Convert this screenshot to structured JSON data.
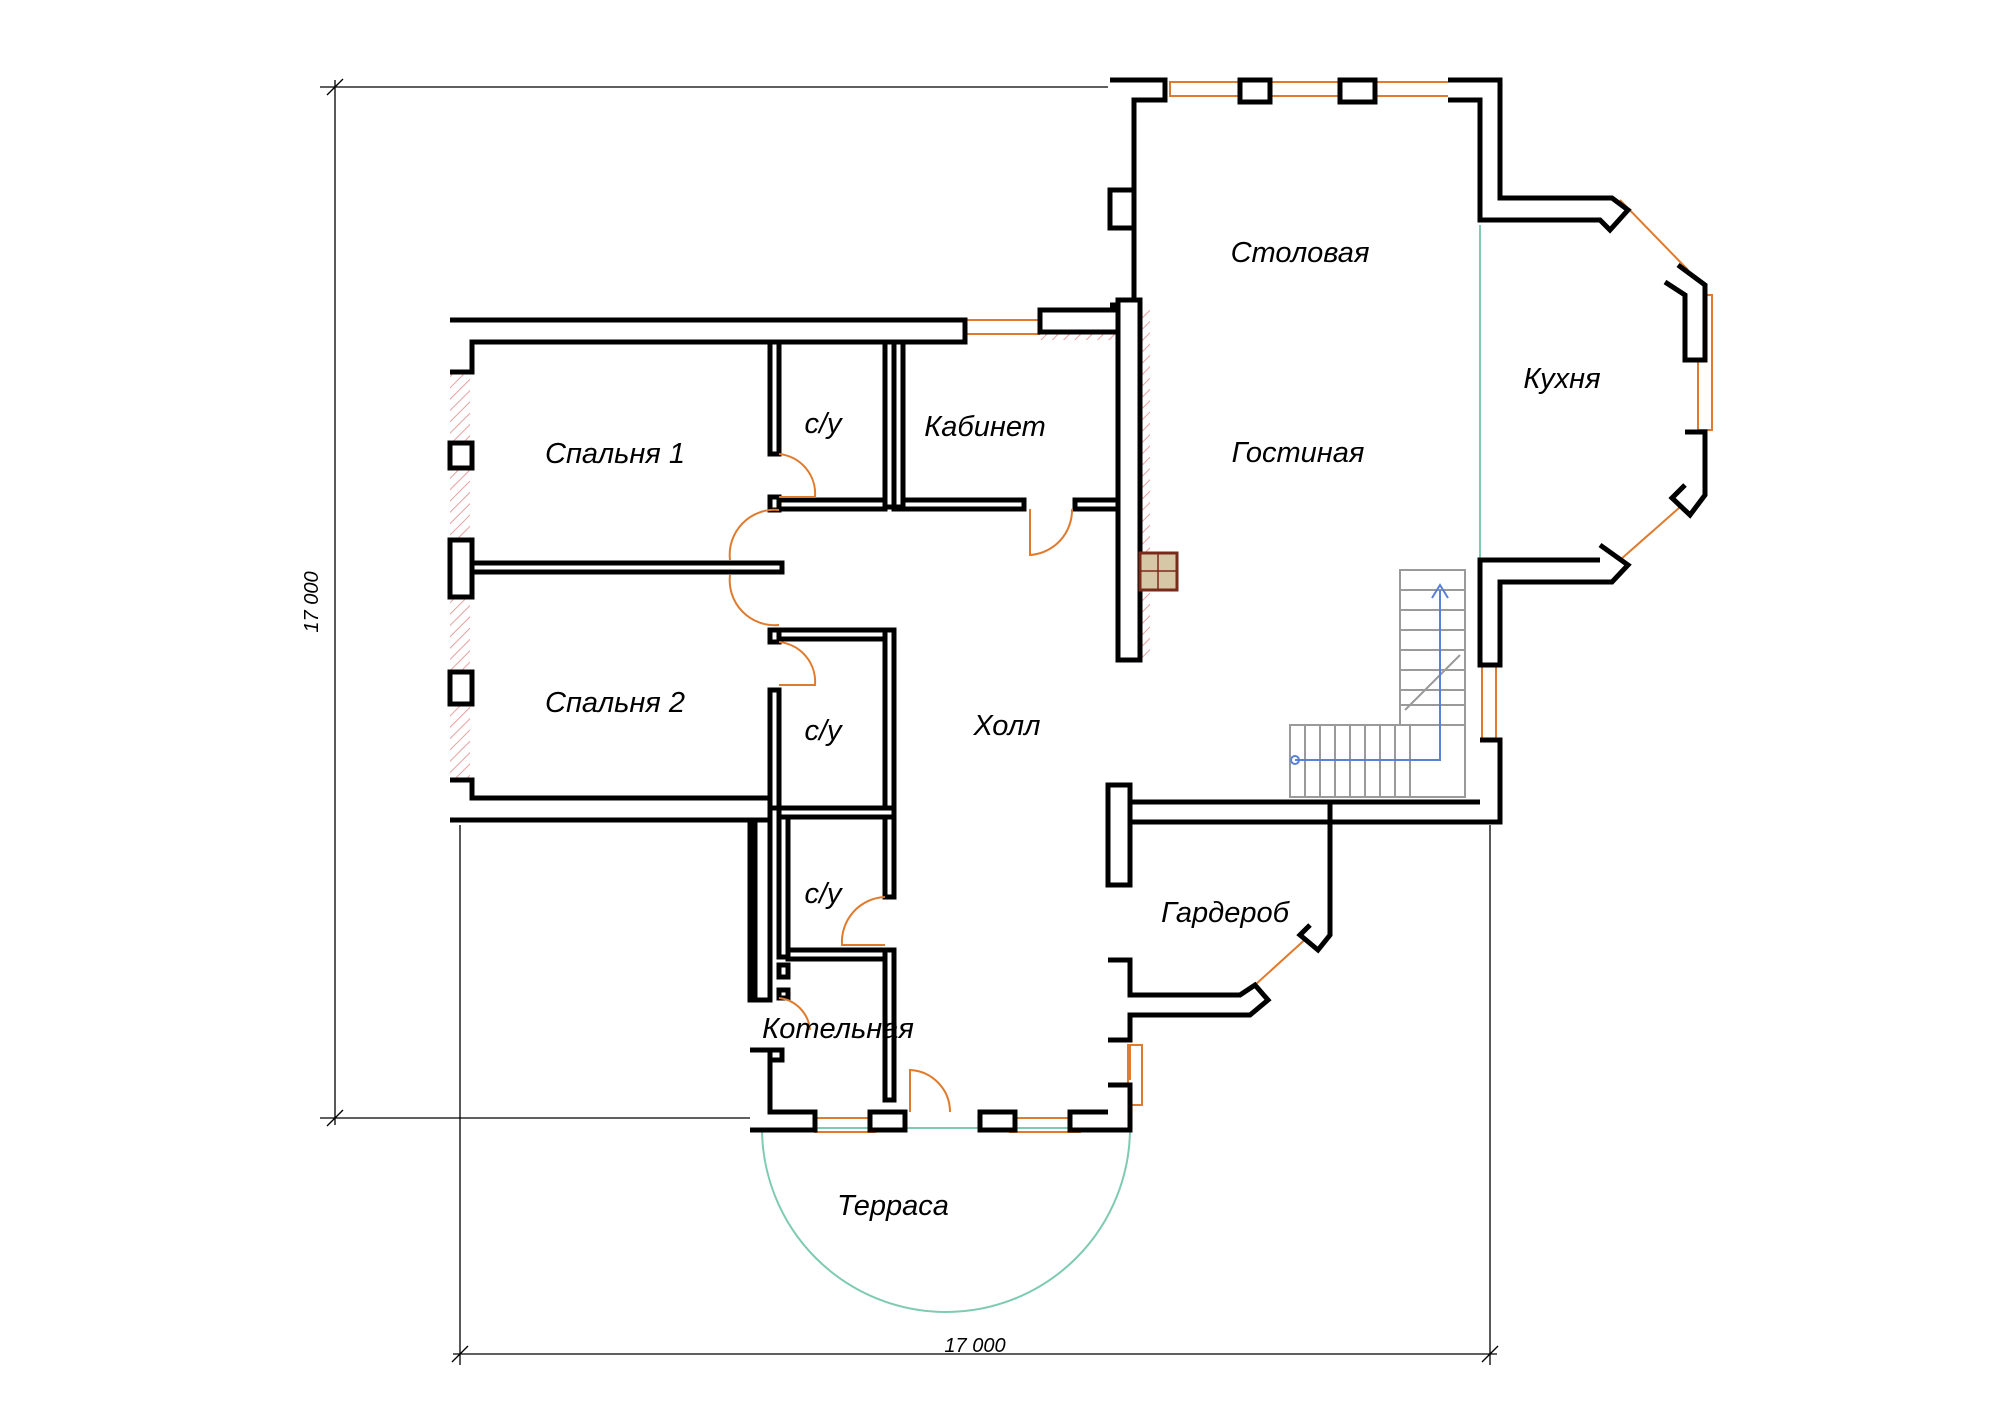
{
  "rooms": {
    "stolovaya": "Столовая",
    "gostinaya": "Гостиная",
    "kukhnya": "Кухня",
    "spalnya1": "Спальня 1",
    "spalnya2": "Спальня 2",
    "su1": "с/у",
    "su2": "с/у",
    "su3": "с/у",
    "kabinet": "Кабинет",
    "kholl": "Холл",
    "garderob": "Гардероб",
    "kotelnaya": "Котельная",
    "terrasa": "Терраса"
  },
  "dimensions": {
    "width": "17 000",
    "height": "17 000"
  },
  "colors": {
    "wall_outline": "#000000",
    "wall_hatch": "#e8a0a0",
    "window": "#e07a2c",
    "door_swing": "#e07a2c",
    "terrace_outline": "#7fcab2",
    "stair": "#9a9a9a",
    "stair_arrow": "#5a7fd6",
    "chimney": "#d6c7a6"
  }
}
